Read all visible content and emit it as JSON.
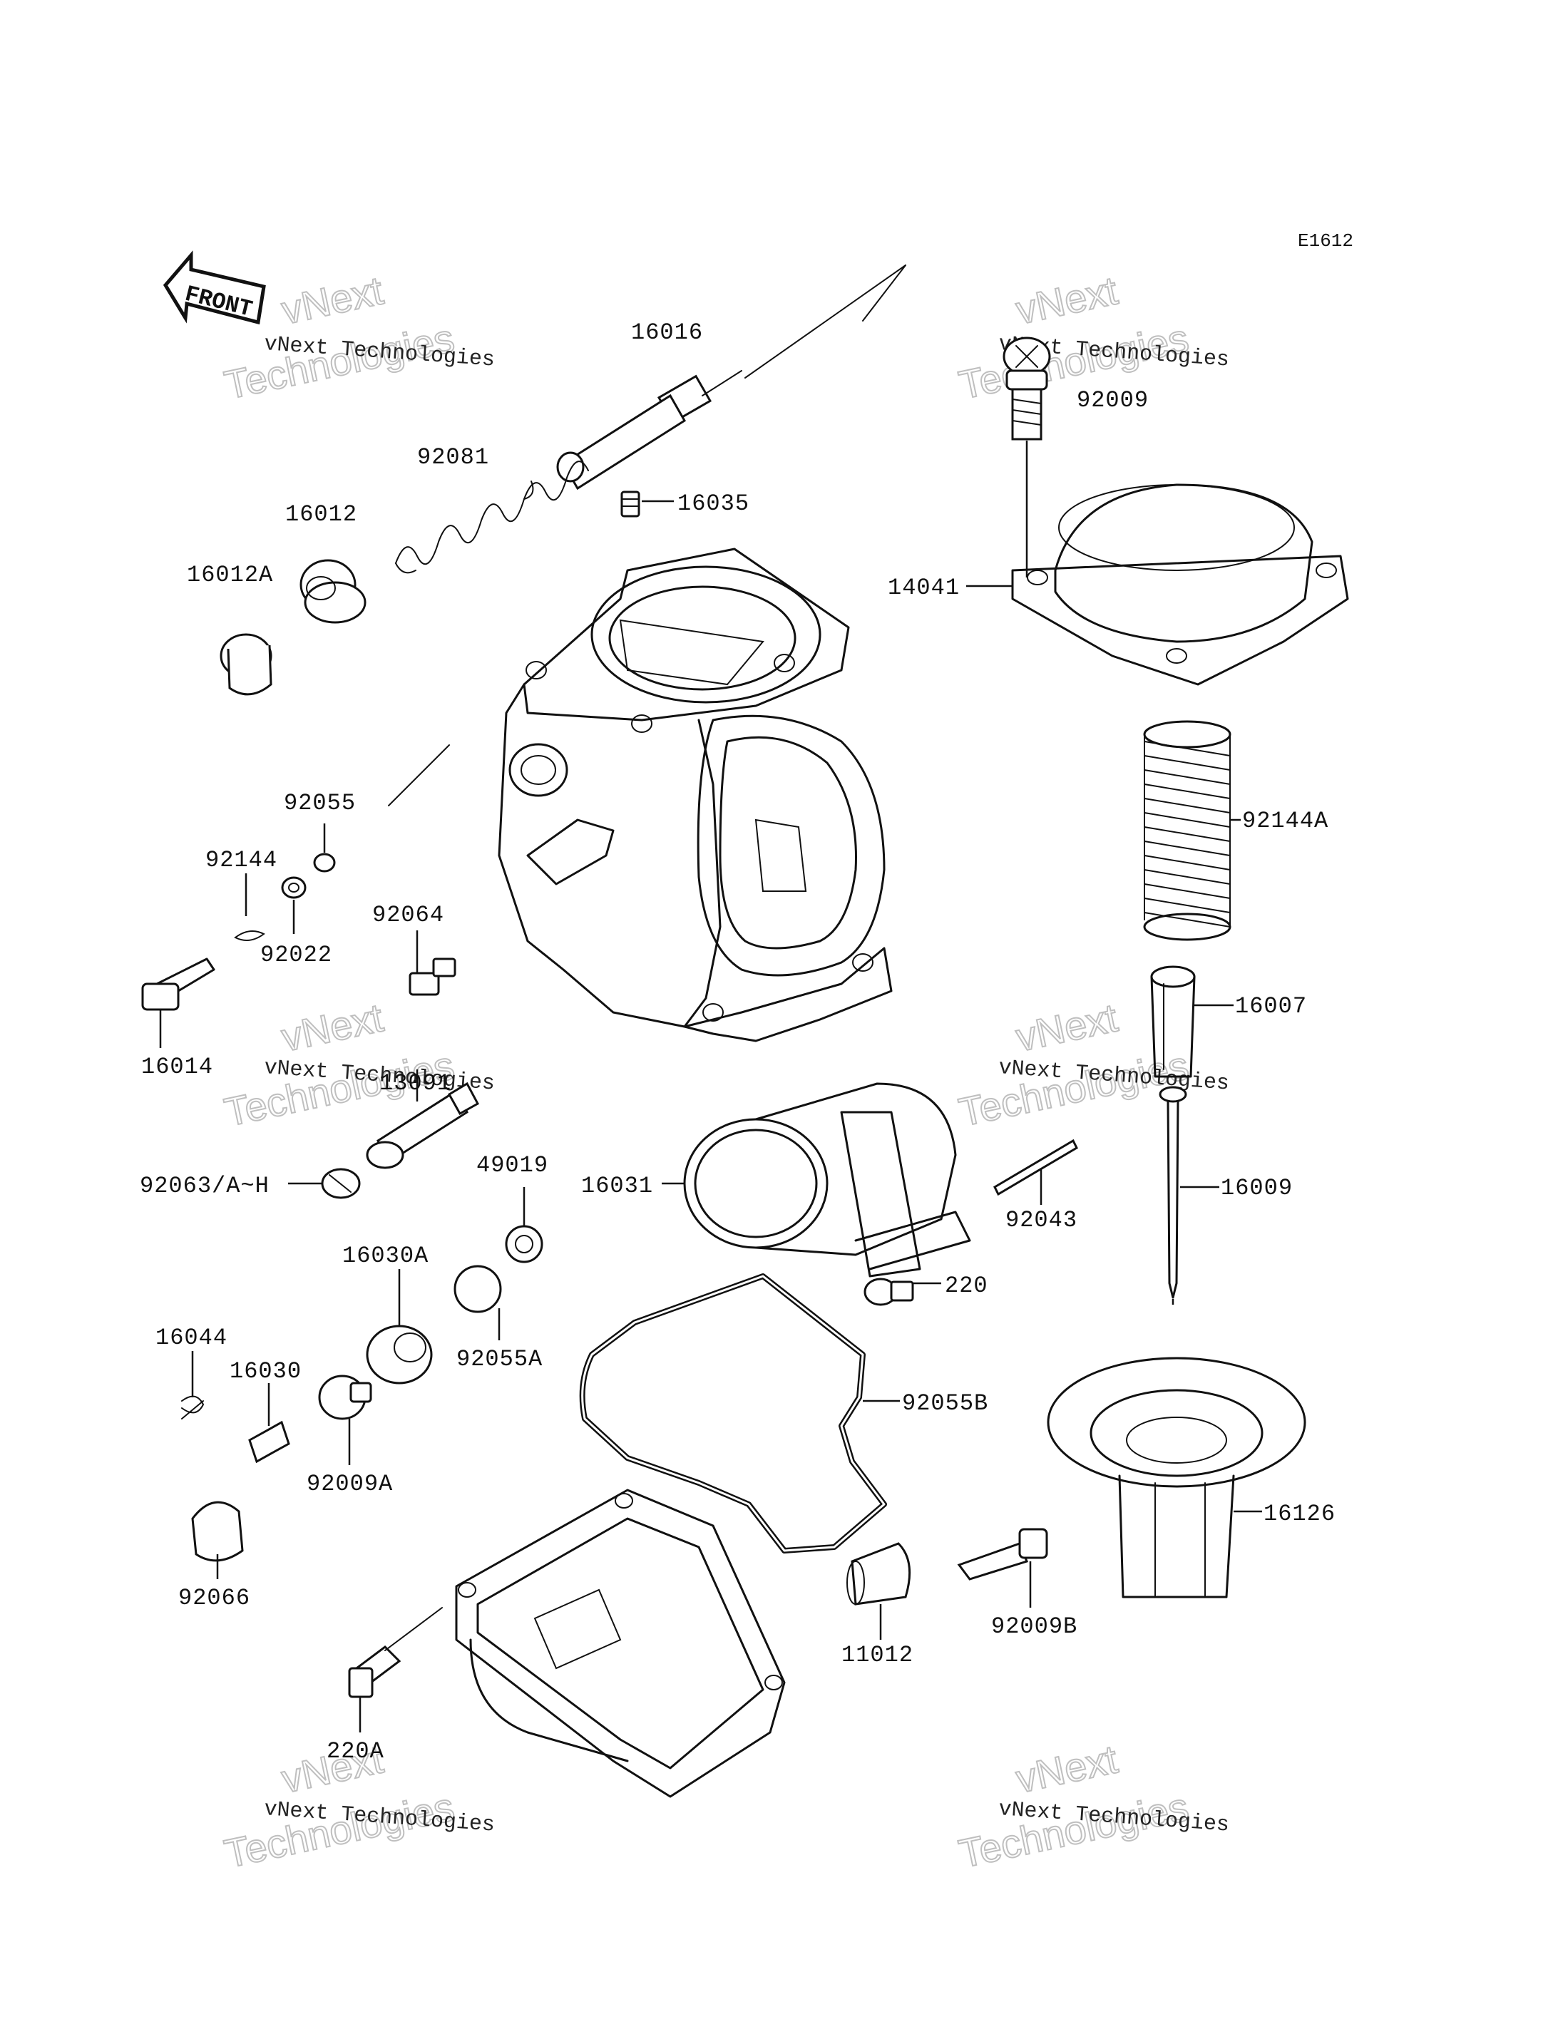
{
  "diagram": {
    "code": "E1612",
    "front_label": "FRONT",
    "watermark": {
      "line": "vNext Technologies",
      "big_top": "vNext",
      "big_bottom": "Technologies"
    },
    "labels": {
      "p16016": "16016",
      "p92009": "92009",
      "p92081": "92081",
      "p16035": "16035",
      "p16012": "16012",
      "p16012A": "16012A",
      "p14041": "14041",
      "p92055": "92055",
      "p92144": "92144",
      "p92144A": "92144A",
      "p92064": "92064",
      "p92022": "92022",
      "p16014": "16014",
      "p16007": "16007",
      "p13091": "13091",
      "p92063": "92063/A~H",
      "p49019": "49019",
      "p16031": "16031",
      "p16009": "16009",
      "p92043": "92043",
      "p16030A": "16030A",
      "p220": "220",
      "p92055A": "92055A",
      "p16044": "16044",
      "p16030": "16030",
      "p92055B": "92055B",
      "p92009A": "92009A",
      "p16126": "16126",
      "p92066": "92066",
      "p11012": "11012",
      "p92009B": "92009B",
      "p220A": "220A"
    }
  }
}
